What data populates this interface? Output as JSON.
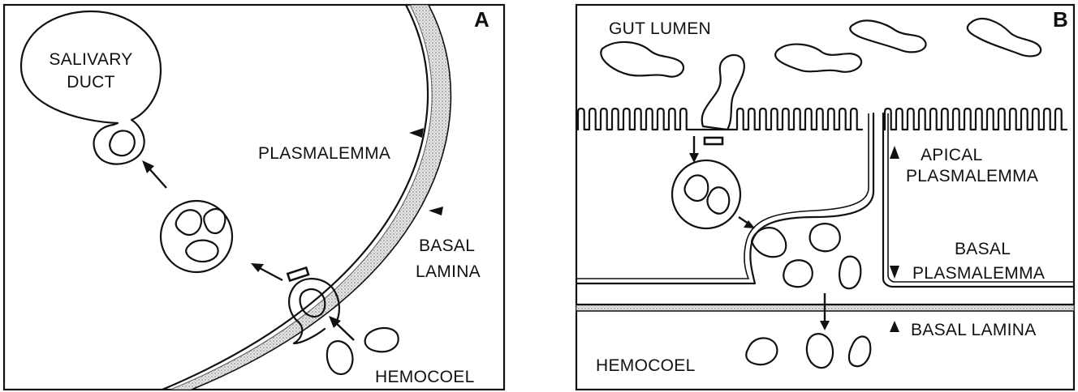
{
  "panel_a": {
    "panel_label": "A",
    "labels": {
      "salivary_duct_line1": "SALIVARY",
      "salivary_duct_line2": "DUCT",
      "plasmalemma": "PLASMALEMMA",
      "basal_lamina_line1": "BASAL",
      "basal_lamina_line2": "LAMINA",
      "hemocoel": "HEMOCOEL"
    }
  },
  "panel_b": {
    "panel_label": "B",
    "labels": {
      "gut_lumen": "GUT LUMEN",
      "apical_line1": "APICAL",
      "apical_line2": "PLASMALEMMA",
      "basal_line1": "BASAL",
      "basal_line2": "PLASMALEMMA",
      "basal_lamina": "BASAL LAMINA",
      "hemocoel": "HEMOCOEL"
    }
  }
}
